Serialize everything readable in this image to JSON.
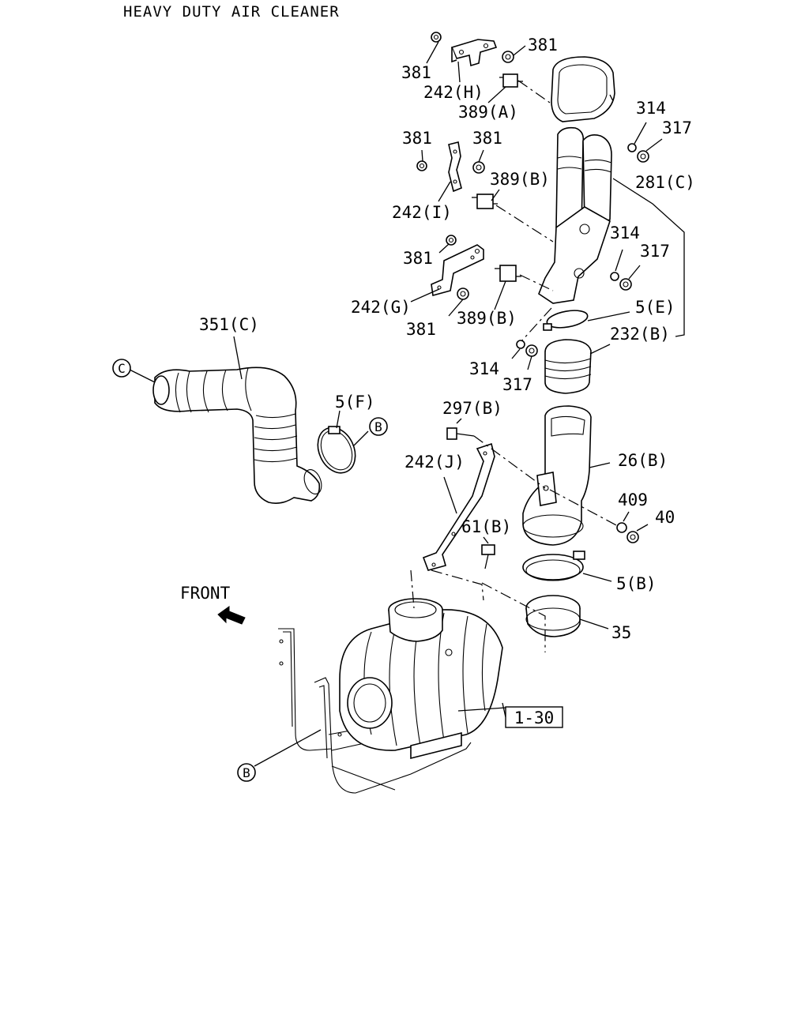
{
  "title": "HEAVY DUTY AIR CLEANER",
  "front_label": "FRONT",
  "ref_box": "1-30",
  "callouts": {
    "c_381_a": "381",
    "c_381_b": "381",
    "c_242_h": "242(H)",
    "c_389_a": "389(A)",
    "c_381_c": "381",
    "c_381_d": "381",
    "c_389_b1": "389(B)",
    "c_242_i": "242(I)",
    "c_381_e": "381",
    "c_242_g": "242(G)",
    "c_381_f": "381",
    "c_389_b2": "389(B)",
    "c_314_a": "314",
    "c_317_a": "317",
    "c_281_c": "281(C)",
    "c_314_b": "314",
    "c_317_b": "317",
    "c_5_e": "5(E)",
    "c_232_b": "232(B)",
    "c_314_c": "314",
    "c_317_c": "317",
    "c_351_c": "351(C)",
    "c_5_f": "5(F)",
    "c_297_b": "297(B)",
    "c_242_j": "242(J)",
    "c_26_b": "26(B)",
    "c_61_b": "61(B)",
    "c_409": "409",
    "c_40": "40",
    "c_5_b": "5(B)",
    "c_35": "35"
  },
  "circle_refs": {
    "ref_c": "C",
    "ref_b1": "B",
    "ref_b2": "B"
  }
}
